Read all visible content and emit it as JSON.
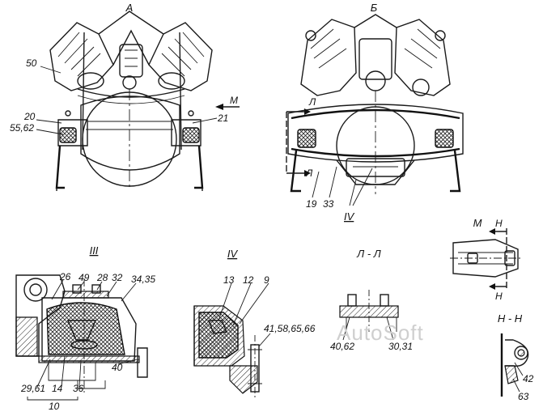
{
  "views": {
    "a": "А",
    "b": "Б",
    "iii": "III",
    "iv": "IV",
    "ll": "Л - Л",
    "m": "М",
    "hh": "Н - Н"
  },
  "markers": {
    "m_arrow": "М",
    "l_top": "Л",
    "l_bottom": "Л",
    "h_top": "Н",
    "h_bottom": "Н",
    "iv_under_b": "IV"
  },
  "callouts": {
    "c50": "50",
    "c20": "20",
    "c5562": "55,62",
    "c21": "21",
    "c19": "19",
    "c33": "33",
    "c26": "26",
    "c49": "49",
    "c28": "28",
    "c32": "32",
    "c3435": "34,35",
    "c2961": "29,61",
    "c14": "14",
    "c36": "36",
    "c10": "10",
    "c40_iii": "40",
    "c13": "13",
    "c12": "12",
    "c9": "9",
    "c41": "41,58,65,66",
    "c4062": "40,62",
    "c3031": "30,31",
    "c42": "42",
    "c63": "63"
  },
  "watermark": "AutoSoft"
}
